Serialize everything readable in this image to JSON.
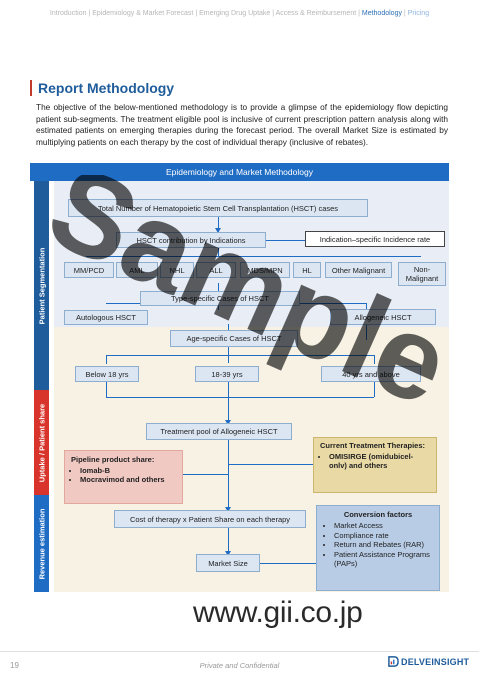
{
  "nav": {
    "items": [
      "Introduction",
      "Epidemiology & Market Forecast",
      "Emerging Drug Uptake",
      "Access & Reimbursement",
      "Methodology",
      "Pricing"
    ],
    "active": "Methodology"
  },
  "title": "Report Methodology",
  "paragraph": "The objective of the below-mentioned methodology is to provide a glimpse of the epidemiology flow depicting patient sub-segments. The treatment eligible pool is inclusive of current prescription pattern analysis along with estimated patients on emerging therapies during the forecast period. The overall Market Size is estimated by multiplying patients on each therapy by the cost of individual therapy (inclusive of rebates).",
  "diagram": {
    "header": "Epidemiology and Market Methodology",
    "bands": {
      "segmentation": "Patient Segmentation",
      "uptake": "Uptake / Patient share",
      "revenue": "Revenue estimation"
    },
    "total": "Total Number of Hematopoietic Stem Cell Transplantation (HSCT) cases",
    "contribution": "HSCT contribution by Indications",
    "incidence": "Indication–specific Incidence rate",
    "indications": [
      "MM/PCD",
      "AML",
      "NHL",
      "ALL",
      "MDS/MPN",
      "HL",
      "Other Malignant",
      "Non-Malignant"
    ],
    "type_cases": "Type-specific Cases of HSCT",
    "autologous": "Autologous HSCT",
    "allogeneic": "Allogeneic HSCT",
    "age_cases": "Age-specific Cases of HSCT",
    "ages": [
      "Below 18 yrs",
      "18-39 yrs",
      "40 yrs and above"
    ],
    "pool": "Treatment pool of Allogeneic HSCT",
    "pipeline": {
      "title": "Pipeline product share:",
      "items": [
        "Iomab-B",
        "Mocravimod and others"
      ]
    },
    "current": {
      "title": "Current Treatment Therapies:",
      "items": [
        "OMISIRGE (omidubicel-onlv) and others"
      ]
    },
    "cost": "Cost of therapy x Patient Share on each therapy",
    "market": "Market Size",
    "conversion": {
      "title": "Conversion factors",
      "items": [
        "Market Access",
        "Compliance rate",
        "Return and Rebates (RAR)",
        "Patient Assistance Programs (PAPs)"
      ]
    }
  },
  "watermark": "Sample",
  "url": "www.gii.co.jp",
  "footer": {
    "page": "19",
    "confidential": "Private and Confidential",
    "brand": "DELVEINSIGHT"
  },
  "colors": {
    "accent": "#1f6cc4",
    "band_blue": "#1f5c9b",
    "band_red": "#d9342b"
  }
}
